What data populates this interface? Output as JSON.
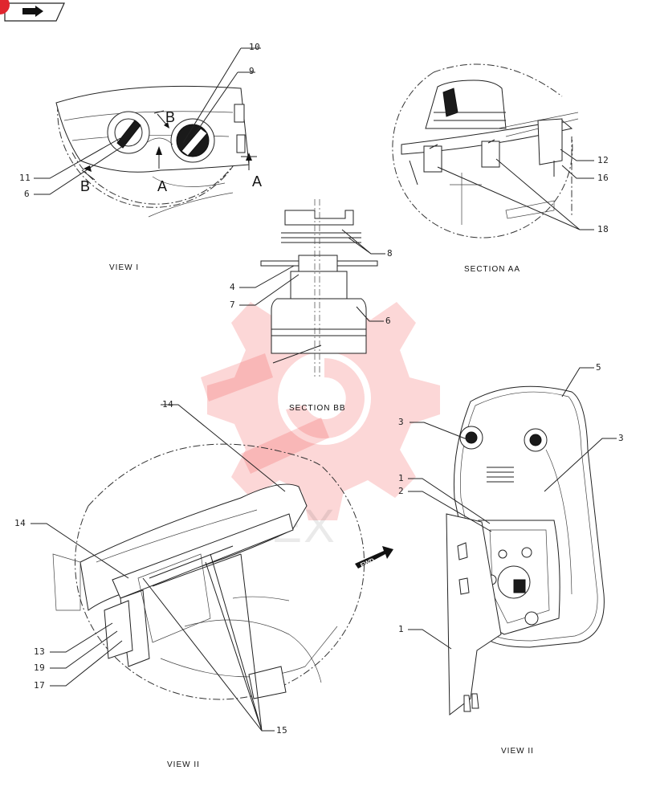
{
  "toolbar": {
    "nav_icon": "arrow-right-icon"
  },
  "views": {
    "view1": "VIEW I",
    "section_aa": "SECTION AA",
    "section_bb": "SECTION BB",
    "view2_left": "VIEW II",
    "view2_right": "VIEW II"
  },
  "section_markers": {
    "a1": "A",
    "a2": "A",
    "b1": "B",
    "b2": "B"
  },
  "callouts": {
    "c10": "10",
    "c9": "9",
    "c11": "11",
    "c6a": "6",
    "c12": "12",
    "c16": "16",
    "c18": "18",
    "c8": "8",
    "c4": "4",
    "c7": "7",
    "c6b": "6",
    "c14a": "14",
    "c14b": "14",
    "c13": "13",
    "c19": "19",
    "c17": "17",
    "c15": "15",
    "c5": "5",
    "c3a": "3",
    "c3b": "3",
    "c1a": "1",
    "c2": "2",
    "c1b": "1"
  },
  "fwd_label": "FWD",
  "watermark": "TEX",
  "colors": {
    "corner_badge": "#e0262f",
    "watermark": "#f04848"
  }
}
